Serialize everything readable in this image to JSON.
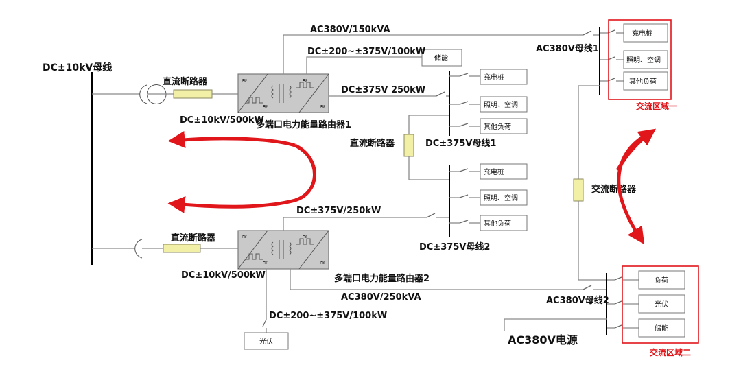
{
  "dc_10kv_bus": "DC±10kV母线",
  "router1": {
    "name": "多端口电力能量路由器1",
    "breaker": "直流断路器",
    "dc_input": "DC±10kV/500kW",
    "ac_out": "AC380V/150kVA",
    "storage_out": "DC±200~±375V/100kW",
    "dc_out": "DC±375V 250kW"
  },
  "router2": {
    "name": "多端口电力能量路由器2",
    "breaker": "直流断路器",
    "dc_input": "DC±10kV/500kW",
    "dc_out": "DC±375V/250kW",
    "ac_out": "AC380V/250kVA",
    "pv_out": "DC±200~±375V/100kW"
  },
  "storage_box": "储能",
  "pv_box": "光伏",
  "dc_breaker_mid": "直流断路器",
  "dc_bus1": {
    "label": "DC±375V母线1",
    "loads": [
      "充电桩",
      "照明、空调",
      "其他负荷"
    ]
  },
  "dc_bus2": {
    "label": "DC±375V母线2",
    "loads": [
      "充电桩",
      "照明、空调",
      "其他负荷"
    ]
  },
  "ac_bus1": {
    "label": "AC380V母线1",
    "loads": [
      "充电桩",
      "照明、空调",
      "其他负荷"
    ],
    "zone": "交流区域一"
  },
  "ac_breaker": "交流断路器",
  "ac_bus2": {
    "label": "AC380V母线2",
    "loads": [
      "负荷",
      "光伏",
      "储能"
    ],
    "zone": "交流区域二"
  },
  "ac_source": "AC380V电源",
  "colors": {
    "zone_border": "#e0161b",
    "arrow": "#e0161b",
    "breaker_fill": "#f2efa6"
  }
}
